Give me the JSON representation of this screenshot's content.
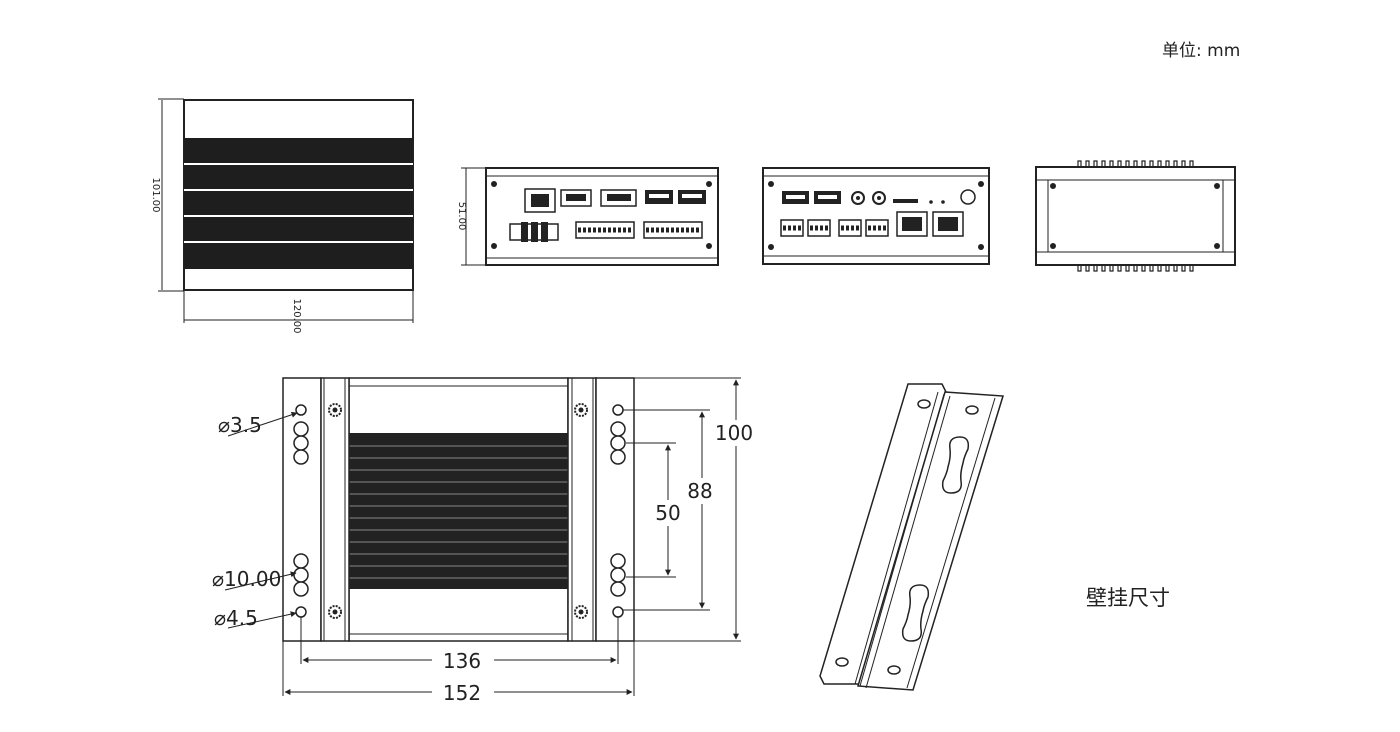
{
  "unit_note": "单位: mm",
  "wall_mount_label": "壁挂尺寸",
  "top_view": {
    "height_label": "101.00",
    "width_label": "120.00"
  },
  "front_view": {
    "height_label": "51.00"
  },
  "bracket_view": {
    "hole_small_label": "⌀3.5",
    "keyhole_label": "⌀10.00",
    "hole_large_label": "⌀4.5",
    "inner_width_label": "136",
    "outer_width_label": "152",
    "height_label": "100",
    "hole_spacing_label": "88",
    "keyhole_spacing_label": "50"
  }
}
